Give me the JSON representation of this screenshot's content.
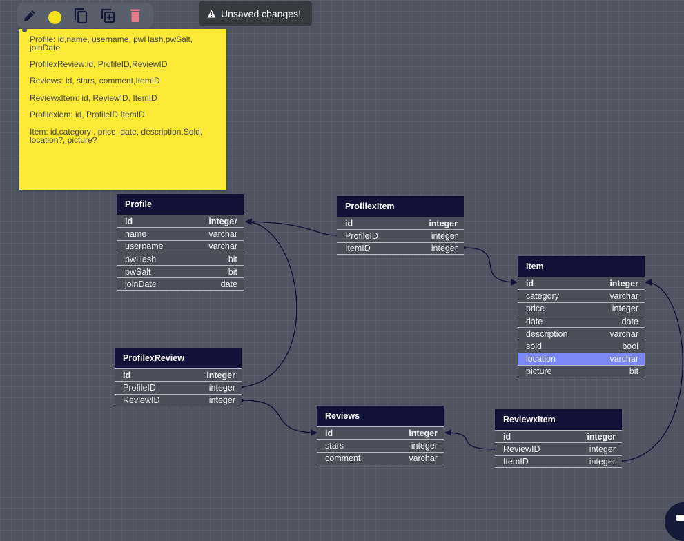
{
  "toolbar": {
    "edit_icon": "pencil-icon",
    "color_icon": "color-circle",
    "copy_icon": "copy-icon",
    "duplicate_icon": "duplicate-icon",
    "delete_icon": "trash-icon",
    "note_color": "#f5e21c",
    "delete_color": "#e57a8c"
  },
  "toast": {
    "icon": "warning-icon",
    "text": "Unsaved changes!"
  },
  "note": {
    "lines": [
      "Profile: id,name, username, pwHash,pwSalt,",
      "joinDate",
      "ProfilexReview:id, ProfileID,ReviewID",
      "Reviews: id, stars, comment,ItemID",
      "ReviewxItem: id, ReviewID, ItemID",
      "Profilexlem: id, ProfileID,ItemID",
      "Item: id,category , price, date, description,Sold,",
      "location?, picture?"
    ],
    "color": "#fde936"
  },
  "tables": [
    {
      "name": "Profile",
      "fields": [
        {
          "name": "id",
          "type": "integer"
        },
        {
          "name": "name",
          "type": "varchar"
        },
        {
          "name": "username",
          "type": "varchar"
        },
        {
          "name": "pwHash",
          "type": "bit"
        },
        {
          "name": "pwSalt",
          "type": "bit"
        },
        {
          "name": "joinDate",
          "type": "date"
        }
      ]
    },
    {
      "name": "ProfilexItem",
      "fields": [
        {
          "name": "id",
          "type": "integer"
        },
        {
          "name": "ProfileID",
          "type": "integer"
        },
        {
          "name": "ItemID",
          "type": "integer"
        }
      ]
    },
    {
      "name": "Item",
      "fields": [
        {
          "name": "id",
          "type": "integer"
        },
        {
          "name": "category",
          "type": "varchar"
        },
        {
          "name": "price",
          "type": "integer"
        },
        {
          "name": "date",
          "type": "date"
        },
        {
          "name": "description",
          "type": "varchar"
        },
        {
          "name": "sold",
          "type": "bool"
        },
        {
          "name": "location",
          "type": "varchar"
        },
        {
          "name": "picture",
          "type": "bit"
        }
      ]
    },
    {
      "name": "ProfilexReview",
      "fields": [
        {
          "name": "id",
          "type": "integer"
        },
        {
          "name": "ProfileID",
          "type": "integer"
        },
        {
          "name": "ReviewID",
          "type": "integer"
        }
      ]
    },
    {
      "name": "Reviews",
      "fields": [
        {
          "name": "id",
          "type": "integer"
        },
        {
          "name": "stars",
          "type": "integer"
        },
        {
          "name": "comment",
          "type": "varchar"
        }
      ]
    },
    {
      "name": "ReviewxItem",
      "fields": [
        {
          "name": "id",
          "type": "integer"
        },
        {
          "name": "ReviewID",
          "type": "integer"
        },
        {
          "name": "ItemID",
          "type": "integer"
        }
      ]
    }
  ],
  "relationships": [
    {
      "from": "ProfilexItem.ProfileID",
      "to": "Profile.id"
    },
    {
      "from": "ProfilexItem.ItemID",
      "to": "Item.id"
    },
    {
      "from": "ProfilexReview.ProfileID",
      "to": "Profile.id"
    },
    {
      "from": "ProfilexReview.ReviewID",
      "to": "Reviews.id"
    },
    {
      "from": "ReviewxItem.ReviewID",
      "to": "Reviews.id"
    },
    {
      "from": "ReviewxItem.ItemID",
      "to": "Item.id"
    }
  ],
  "selected_field": "Item.location",
  "chat_button": {
    "icon": "chat-icon"
  }
}
